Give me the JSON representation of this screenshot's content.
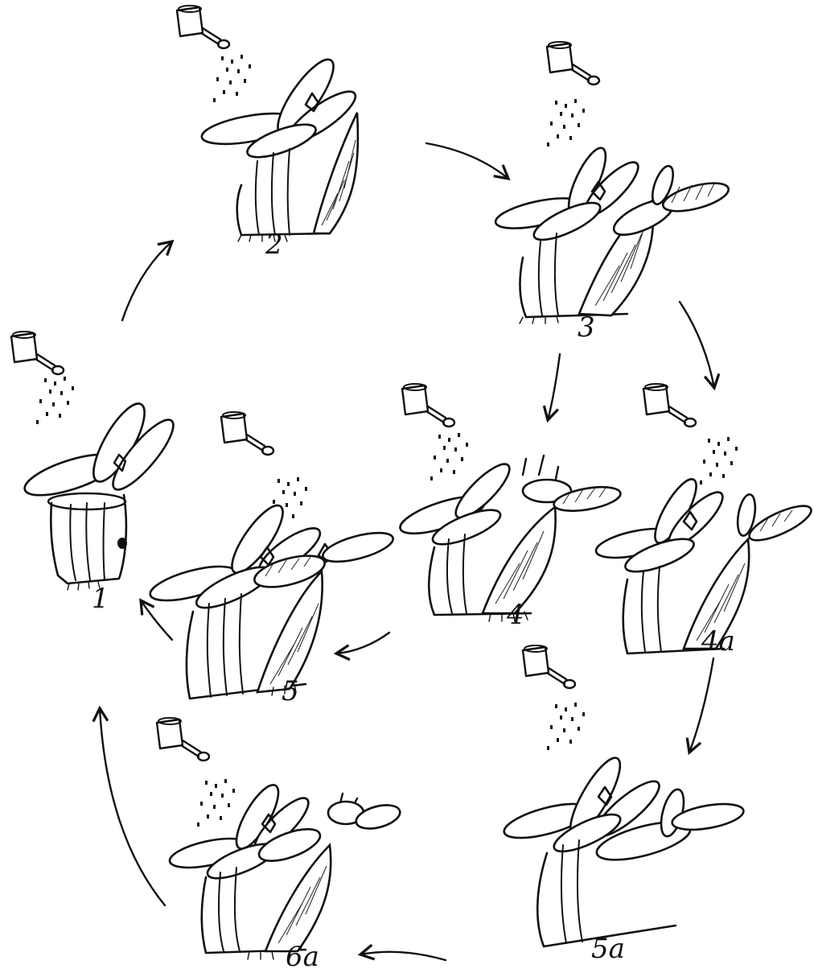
{
  "stages": [
    {
      "id": "1",
      "label": "1"
    },
    {
      "id": "2",
      "label": "2"
    },
    {
      "id": "3",
      "label": "3"
    },
    {
      "id": "4",
      "label": "4"
    },
    {
      "id": "4a",
      "label": "4a"
    },
    {
      "id": "5",
      "label": "5"
    },
    {
      "id": "5a",
      "label": "5a"
    },
    {
      "id": "6a",
      "label": "6a"
    }
  ]
}
